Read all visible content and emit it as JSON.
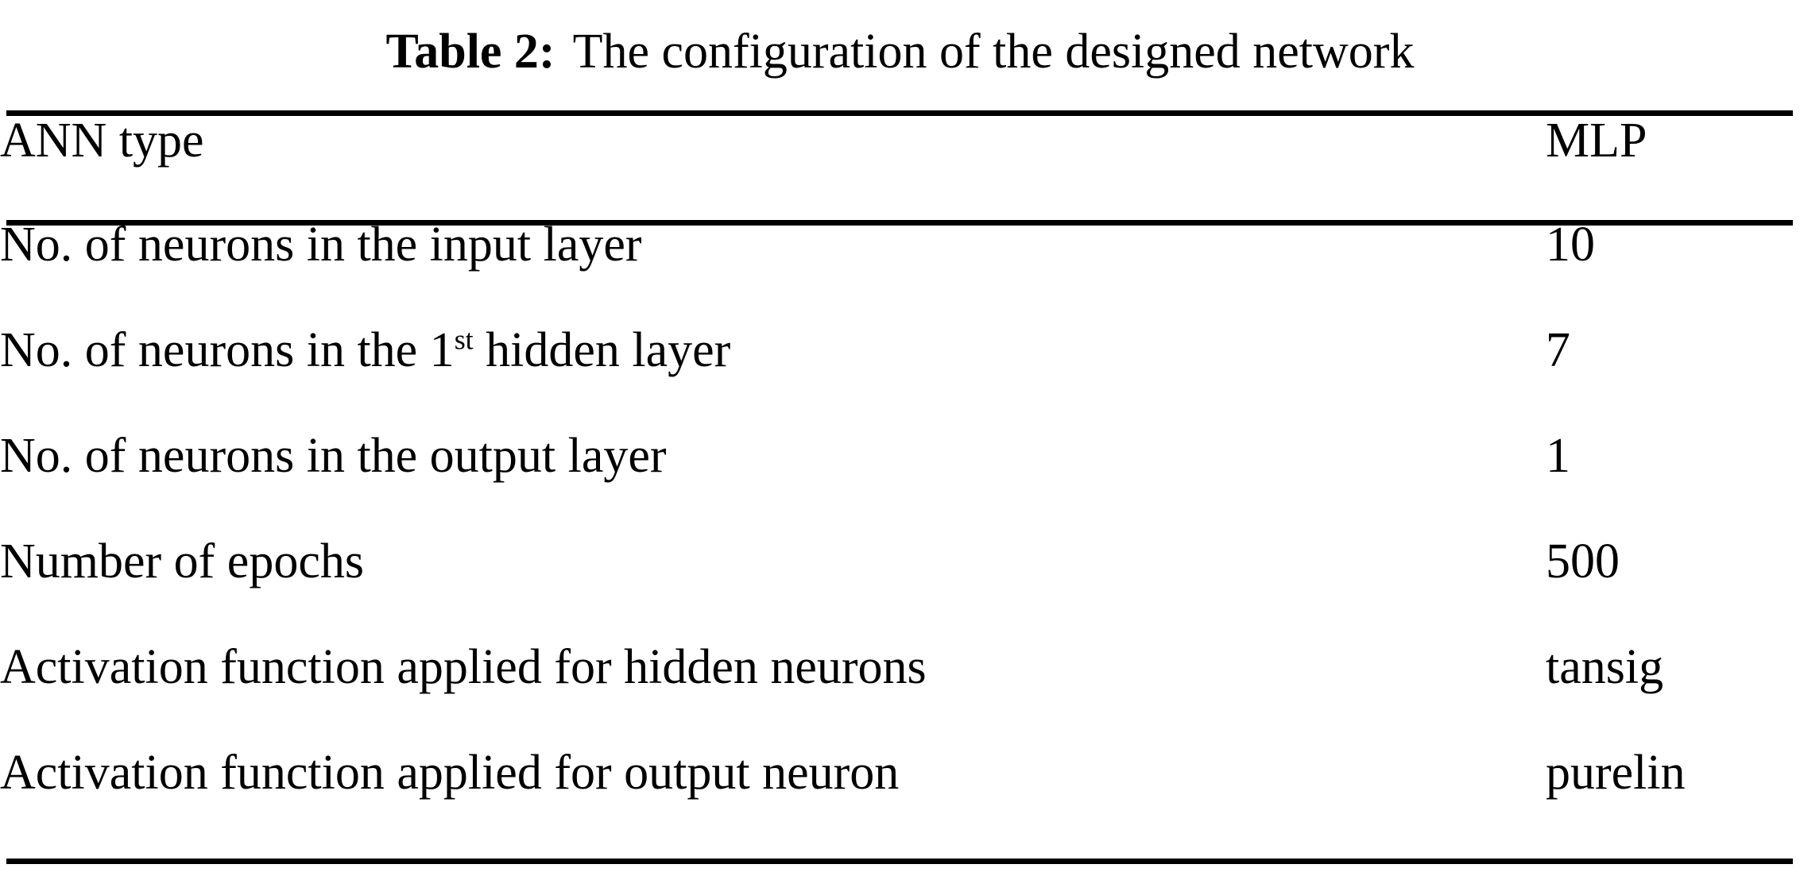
{
  "caption": {
    "label": "Table 2:",
    "text": "The configuration of the designed network"
  },
  "table": {
    "header": {
      "label": "ANN type",
      "value": "MLP"
    },
    "rows": [
      {
        "label": "No. of neurons in the input layer",
        "value": "10"
      },
      {
        "label_before": "No. of neurons in the 1",
        "label_sup": "st",
        "label_after": " hidden layer",
        "value": "7"
      },
      {
        "label": "No. of neurons in the output layer",
        "value": "1"
      },
      {
        "label": "Number of epochs",
        "value": "500"
      },
      {
        "label": "Activation function applied for hidden neurons",
        "value": "tansig"
      },
      {
        "label": "Activation function applied for output neuron",
        "value": "purelin"
      }
    ]
  },
  "style": {
    "text_color": "#000000",
    "background_color": "#ffffff",
    "rule_color": "#000000"
  }
}
